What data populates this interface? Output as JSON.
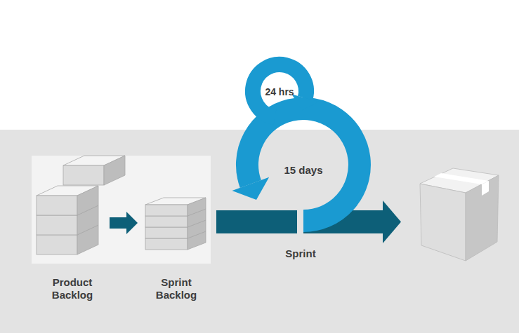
{
  "diagram": {
    "nodes": [
      {
        "text": [
          "Product Backlog"
        ]
      },
      {
        "text": [
          "Sprint Backlog"
        ]
      },
      {
        "text": [
          "Sprint"
        ]
      }
    ],
    "edges": [
      {
        "from": 0,
        "to": 1,
        "arrow": "to"
      }
    ],
    "labels": [
      "24 hrs",
      "15 days"
    ]
  }
}
